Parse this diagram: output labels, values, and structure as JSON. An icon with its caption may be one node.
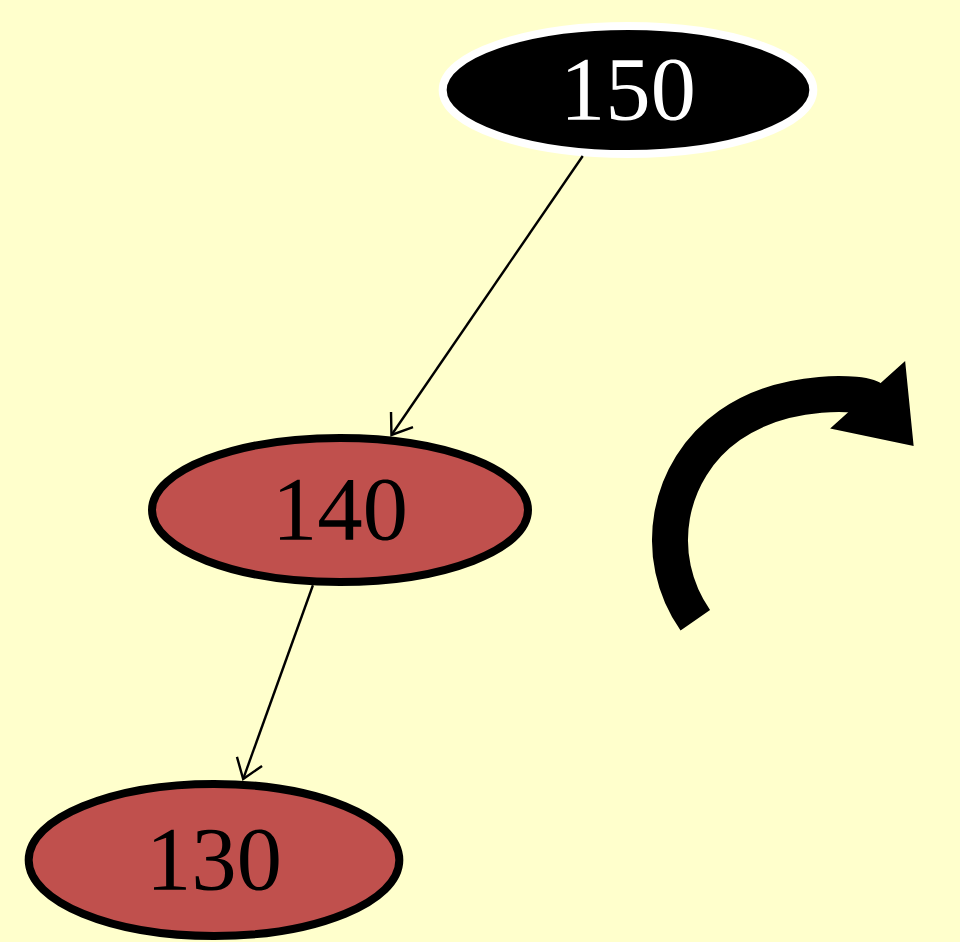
{
  "diagram": {
    "nodes": [
      {
        "text": [
          "150"
        ]
      },
      {
        "text": [
          "140"
        ]
      },
      {
        "text": [
          "130"
        ]
      }
    ],
    "edges": [
      {
        "from": 0,
        "to": 1,
        "arrow": "to"
      },
      {
        "from": 1,
        "to": 2,
        "arrow": "to"
      }
    ]
  }
}
